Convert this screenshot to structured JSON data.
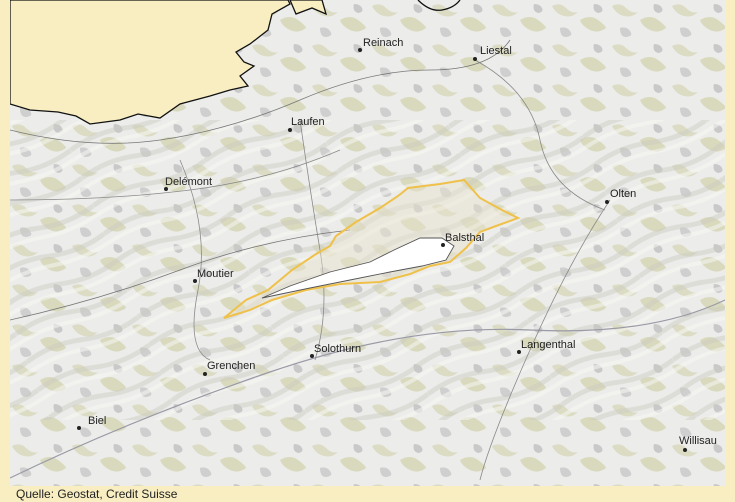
{
  "map": {
    "places": [
      {
        "id": "reinach",
        "name": "Reinach"
      },
      {
        "id": "liestal",
        "name": "Liestal"
      },
      {
        "id": "laufen",
        "name": "Laufen"
      },
      {
        "id": "delemont",
        "name": "Delémont"
      },
      {
        "id": "olten",
        "name": "Olten"
      },
      {
        "id": "balsthal",
        "name": "Balsthal"
      },
      {
        "id": "moutier",
        "name": "Moutier"
      },
      {
        "id": "solothurn",
        "name": "Solothurn"
      },
      {
        "id": "langenthal",
        "name": "Langenthal"
      },
      {
        "id": "grenchen",
        "name": "Grenchen"
      },
      {
        "id": "biel",
        "name": "Biel"
      },
      {
        "id": "willisau",
        "name": "Willisau"
      }
    ],
    "highlight_color": "#efc14a",
    "foreign_area_color": "#f8eec2",
    "source": "Quelle: Geostat, Credit Suisse"
  }
}
